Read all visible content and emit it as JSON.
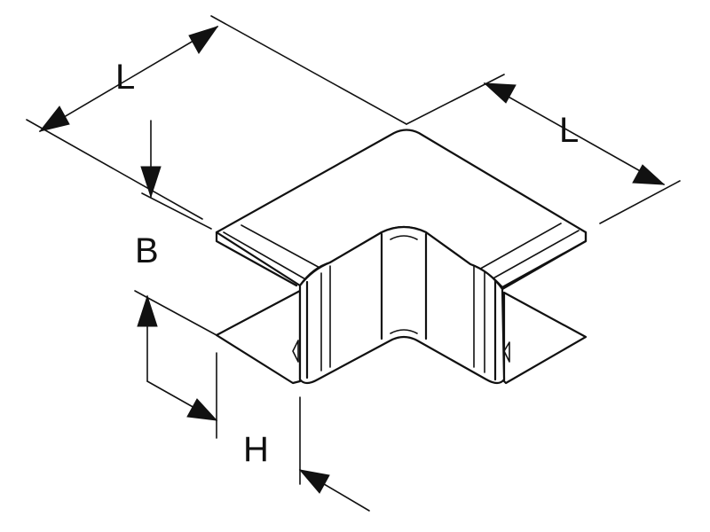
{
  "diagram": {
    "dimensions": {
      "length_top_left": "L",
      "length_top_right": "L",
      "width": "B",
      "height": "H"
    },
    "colors": {
      "line": "#111111",
      "background": "#ffffff"
    }
  }
}
